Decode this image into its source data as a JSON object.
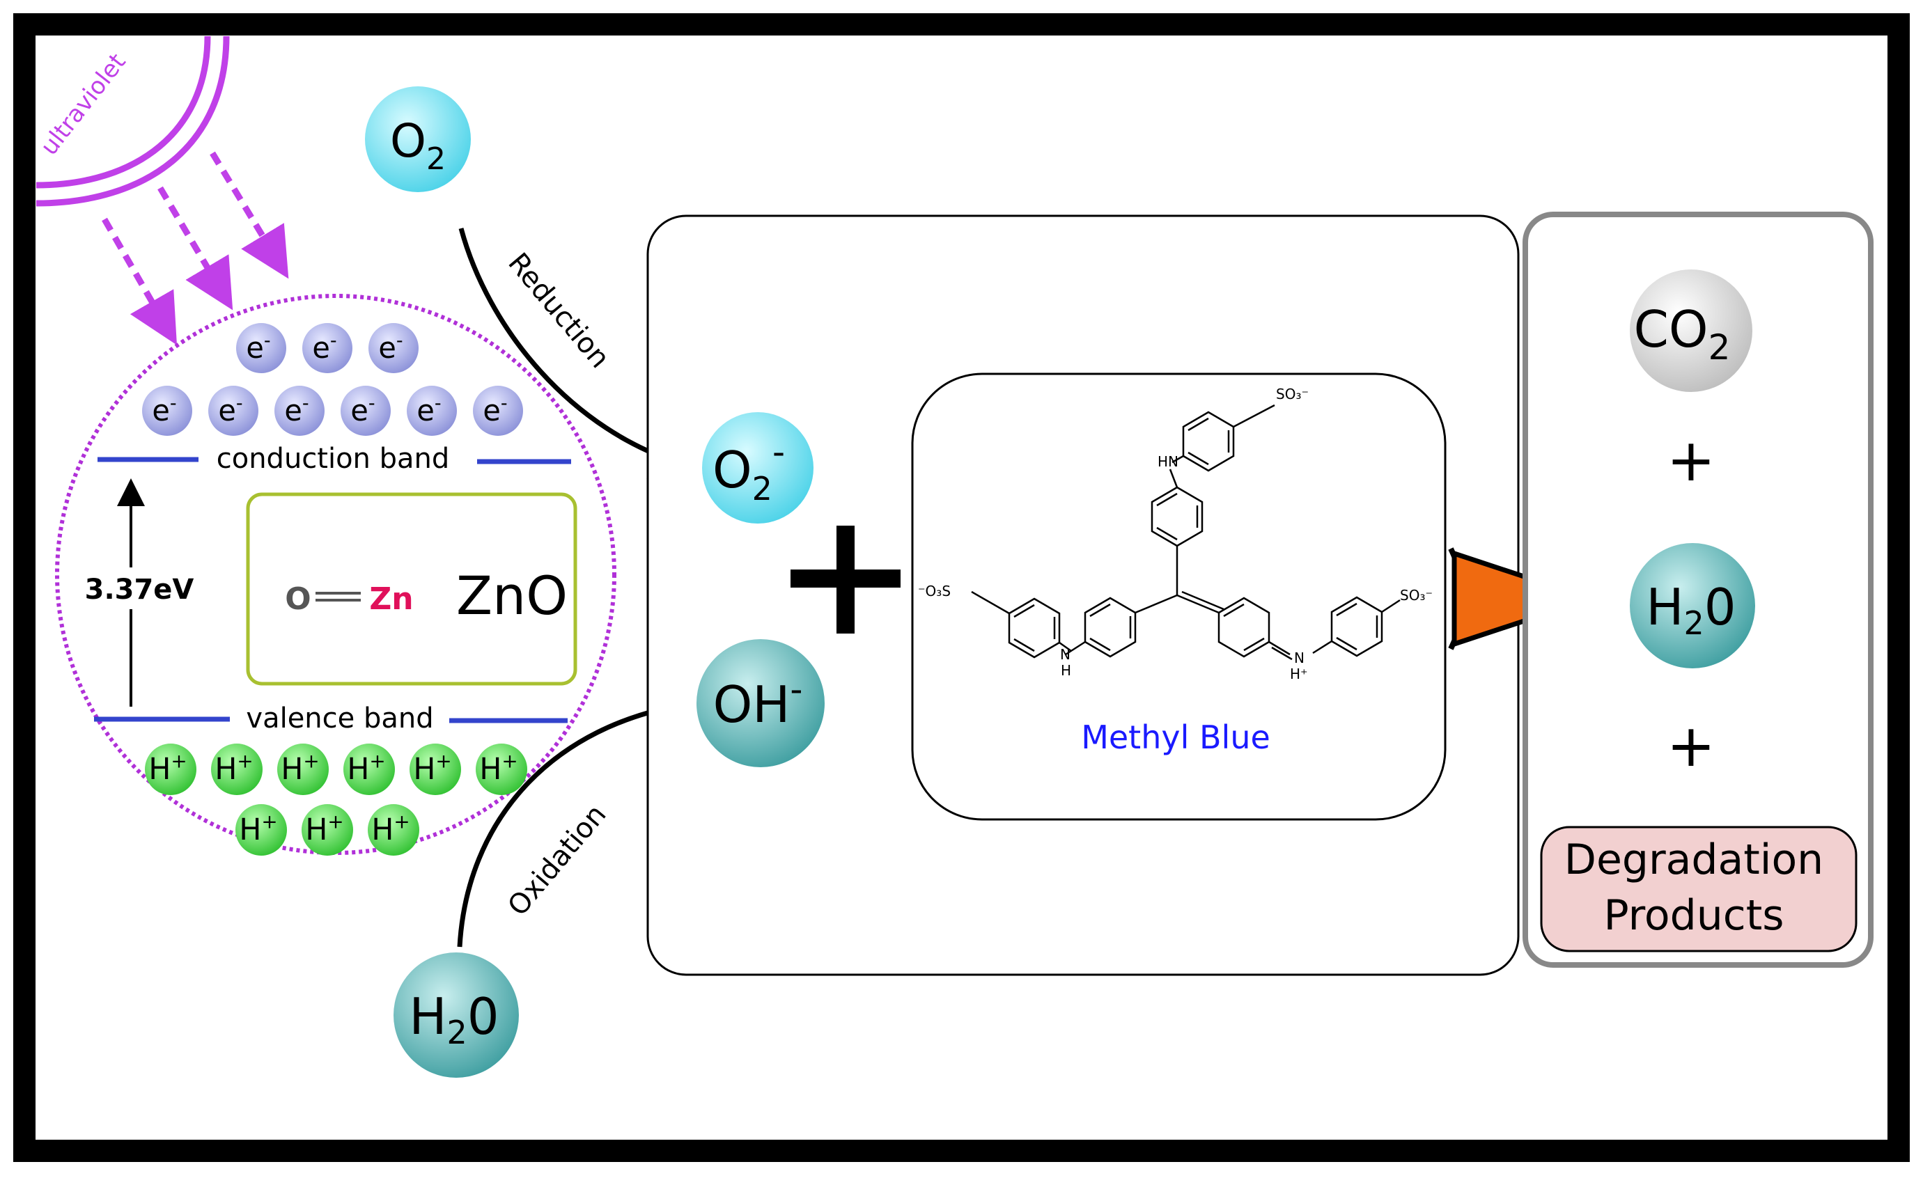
{
  "uv": {
    "label": "ultraviolet",
    "color": "#c040e8"
  },
  "zno_particle": {
    "electron": {
      "text": "e",
      "charge": "-",
      "count_top_row": 3,
      "count_bottom_row": 6
    },
    "hole": {
      "text": "H",
      "charge": "+",
      "count_top_row": 6,
      "count_bottom_row": 3
    },
    "conduction_band_label": "conduction band",
    "valence_band_label": "valence band",
    "band_gap_label": "3.37eV",
    "molecule_o": "O",
    "molecule_zn": "Zn",
    "formula": "ZnO"
  },
  "left_species": {
    "o2": {
      "main": "O",
      "sub": "2"
    },
    "h2o": {
      "main": "H",
      "sub": "2",
      "tail": "0"
    },
    "reduction_label": "Reduction",
    "oxidation_label": "Oxidation"
  },
  "radicals": {
    "superoxide": {
      "main": "O",
      "sub": "2",
      "sup": "-"
    },
    "hydroxide": {
      "main": "OH",
      "sup": "-"
    }
  },
  "plus_sign": "+",
  "dye": {
    "name": "Methyl Blue",
    "name_color": "#1a1aff",
    "labels": {
      "so3_top": "SO₃⁻",
      "hn_top": "HN",
      "so3_left": "⁻O₃S",
      "nh_left": "N",
      "h_left": "H",
      "so3_right": "SO₃⁻",
      "nh_right": "N",
      "h_right": "H⁺"
    }
  },
  "products": {
    "co2": {
      "main": "CO",
      "sub": "2"
    },
    "plus1": "+",
    "h2o": {
      "main": "H",
      "sub": "2",
      "tail": "0"
    },
    "plus2": "+",
    "degradation_line1": "Degradation",
    "degradation_line2": "Products"
  },
  "colors": {
    "electron_fill": "#9aa0e0",
    "hole_fill": "#3fd23f",
    "band_line": "#3344cc",
    "particle_outline": "#b030d8",
    "zno_box_border": "#a8c030",
    "zn_text": "#e0105a",
    "o2_fill": "#6fe0f0",
    "teal_fill": "#4aa6a8",
    "co2_fill": "#cfcfcf",
    "arrow_orange": "#f06a10",
    "degradation_fill": "#f2d0d0"
  }
}
